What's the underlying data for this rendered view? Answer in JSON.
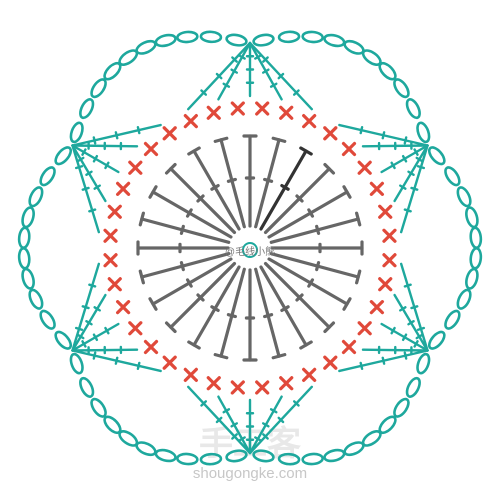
{
  "diagram": {
    "type": "crochet-hexagon-motif-chart",
    "colors": {
      "chain": "#1ea89d",
      "single_crochet": "#e0493a",
      "double_crochet": "#666666",
      "highlight_dc": "#333333",
      "background": "#ffffff"
    },
    "round_1": {
      "stitch": "double-crochet-icon",
      "count": 24
    },
    "round_2": {
      "stitch": "single-crochet-icon",
      "count": 36
    },
    "round_3": {
      "points": 6,
      "spokes_per_point": 5
    },
    "round_4": {
      "stitch": "chain-loop-icon",
      "sides": 6
    },
    "center_label": "@毛线小熊"
  },
  "watermark": {
    "logo_text": "手工客",
    "url": "shougongke.com"
  }
}
